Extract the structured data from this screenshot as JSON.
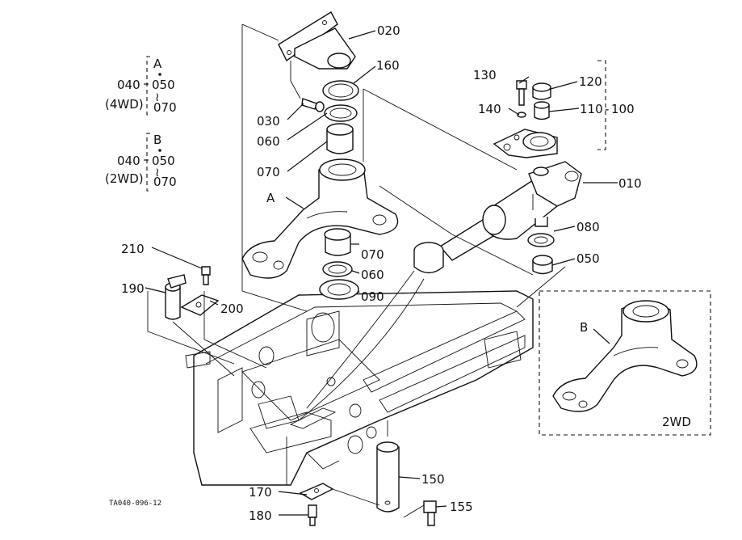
{
  "part_numbers": {
    "p020": "020",
    "p160": "160",
    "p030": "030",
    "p060a": "060",
    "p070a": "070",
    "p130": "130",
    "p120": "120",
    "p140": "140",
    "p110": "110",
    "p100": "100",
    "p010": "010",
    "p080": "080",
    "p050": "050",
    "p070b": "070",
    "p060b": "060",
    "p090": "090",
    "p210": "210",
    "p190": "190",
    "p200": "200",
    "p150": "150",
    "p170": "170",
    "p155": "155",
    "p180": "180"
  },
  "callouts": {
    "a_label": "A",
    "b_label": "B"
  },
  "legend": {
    "groupA": {
      "letter": "A",
      "main": "040",
      "sub1": "050",
      "sub2": "070",
      "variant": "(4WD)"
    },
    "groupB": {
      "letter": "B",
      "main": "040",
      "sub1": "050",
      "sub2": "070",
      "variant": "(2WD)"
    }
  },
  "inset": {
    "label": "2WD"
  },
  "drawing_code": "TA040-096-12"
}
